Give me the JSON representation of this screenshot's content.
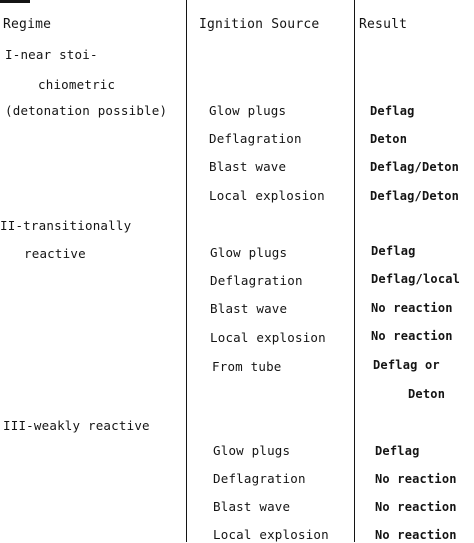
{
  "header": {
    "regime": "Regime",
    "ignition_source": "Ignition Source",
    "result": "Result"
  },
  "regimes": [
    {
      "label_lines": [
        "I-near stoi-",
        "chiometric",
        "(detonation possible)"
      ],
      "rows": [
        {
          "source": "Glow plugs",
          "result": "Deflag"
        },
        {
          "source": "Deflagration",
          "result": "Deton"
        },
        {
          "source": "Blast wave",
          "result": "Deflag/Deton"
        },
        {
          "source": "Local explosion",
          "result": "Deflag/Deton"
        }
      ]
    },
    {
      "label_lines": [
        "II-transitionally",
        "reactive"
      ],
      "rows": [
        {
          "source": "Glow plugs",
          "result": "Deflag"
        },
        {
          "source": "Deflagration",
          "result": "Deflag/local"
        },
        {
          "source": "Blast wave",
          "result": "No reaction"
        },
        {
          "source": "Local explosion",
          "result": "No reaction"
        },
        {
          "source": "From tube",
          "result": "Deflag or"
        },
        {
          "source": "",
          "result": "Deton"
        }
      ]
    },
    {
      "label_lines": [
        "III-weakly reactive"
      ],
      "rows": [
        {
          "source": "Glow plugs",
          "result": "Deflag"
        },
        {
          "source": "Deflagration",
          "result": "No reaction"
        },
        {
          "source": "Blast wave",
          "result": "No reaction"
        },
        {
          "source": "Local explosion",
          "result": "No reaction"
        }
      ]
    }
  ]
}
